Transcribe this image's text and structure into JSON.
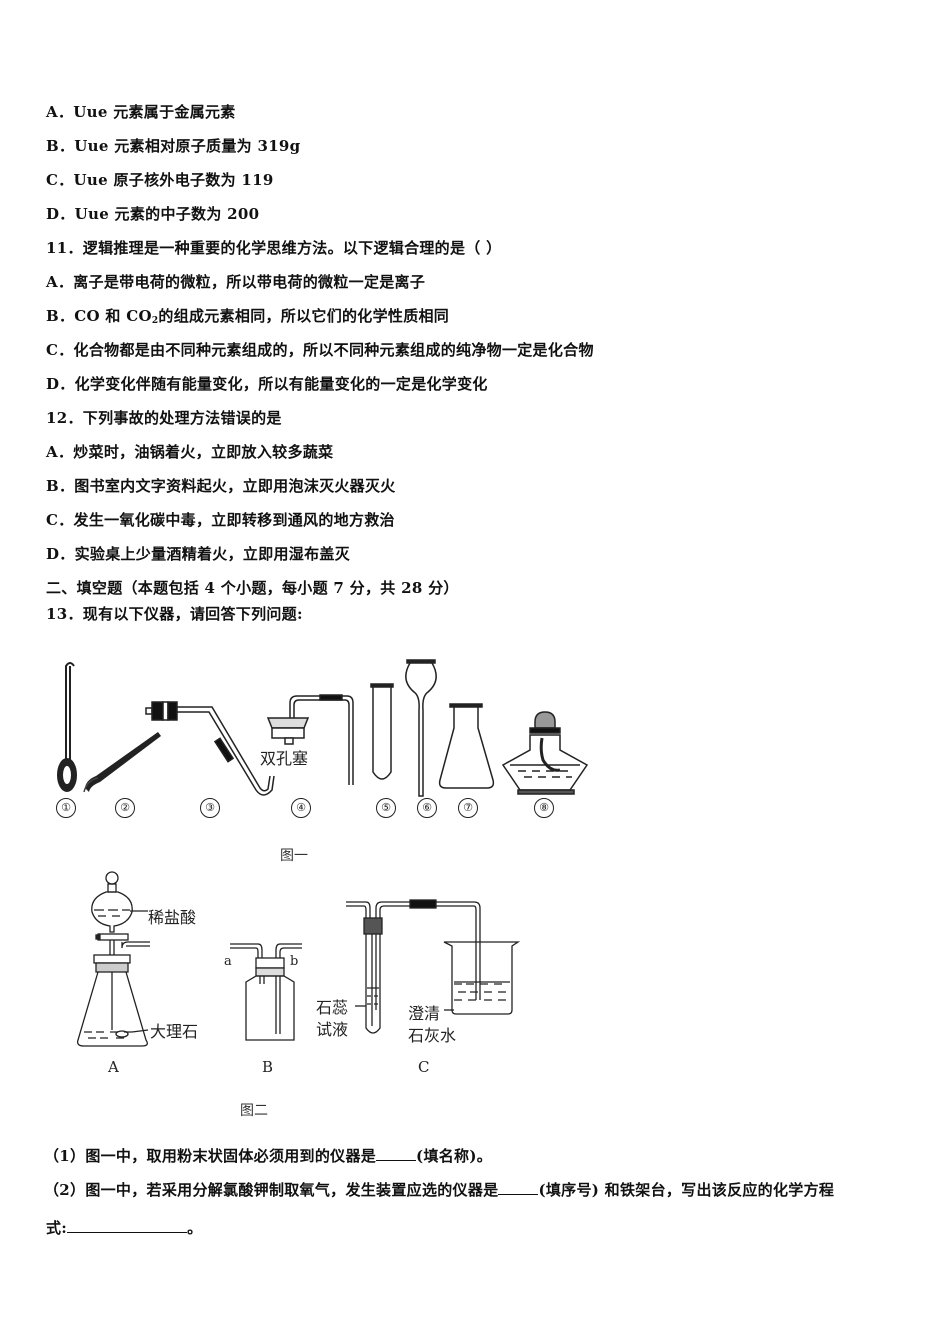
{
  "q10_options": [
    {
      "label": "A．",
      "text": "Uue 元素属于金属元素"
    },
    {
      "label": "B．",
      "text": "Uue 元素相对原子质量为 319g"
    },
    {
      "label": "C．",
      "text": "Uue 原子核外电子数为 119"
    },
    {
      "label": "D．",
      "text": "Uue 元素的中子数为 200"
    }
  ],
  "q11": {
    "stem": "11．逻辑推理是一种重要的化学思维方法。以下逻辑合理的是（  ）",
    "options": [
      {
        "label": "A．",
        "text": "离子是带电荷的微粒，所以带电荷的微粒一定是离子"
      },
      {
        "label": "B．",
        "text_pre": "CO 和 CO",
        "sub": "2",
        "text_post": "的组成元素相同，所以它们的化学性质相同"
      },
      {
        "label": "C．",
        "text": "化合物都是由不同种元素组成的，所以不同种元素组成的纯净物一定是化合物"
      },
      {
        "label": "D．",
        "text": "化学变化伴随有能量变化，所以有能量变化的一定是化学变化"
      }
    ]
  },
  "q12": {
    "stem": "12．下列事故的处理方法错误的是",
    "options": [
      {
        "label": "A．",
        "text": "炒菜时，油锅着火，立即放入较多蔬菜"
      },
      {
        "label": "B．",
        "text": "图书室内文字资料起火，立即用泡沫灭火器灭火"
      },
      {
        "label": "C．",
        "text": "发生一氧化碳中毒，立即转移到通风的地方救治"
      },
      {
        "label": "D．",
        "text": "实验桌上少量酒精着火，立即用湿布盖灭"
      }
    ]
  },
  "section2": {
    "heading": "二、填空题（本题包括 4 个小题，每小题 7 分，共 28 分）"
  },
  "q13": {
    "stem": "13．现有以下仪器，请回答下列问题:",
    "figure1": {
      "caption": "图一",
      "stopper_label": "双孔塞",
      "item_numbers": [
        "①",
        "②",
        "③",
        "④",
        "⑤",
        "⑥",
        "⑦",
        "⑧"
      ],
      "items": [
        "药匙",
        "镊子",
        "导管",
        "双孔塞导管",
        "试管",
        "长颈漏斗",
        "锥形瓶",
        "酒精灯"
      ]
    },
    "figure2": {
      "caption": "图二",
      "apparatus_labels": [
        "A",
        "B",
        "C"
      ],
      "labels": {
        "acid": "稀盐酸",
        "marble": "大理石",
        "port_a": "a",
        "port_b": "b",
        "litmus_line1": "石蕊",
        "litmus_line2": "试液",
        "limewater_line1": "澄清",
        "limewater_line2": "石灰水"
      }
    },
    "sub1": {
      "pre": "（1）图一中，取用粉末状固体必须用到的仪器是",
      "post": "(填名称)。"
    },
    "sub2": {
      "pre": "（2）图一中，若采用分解氯酸钾制取氧气，发生装置应选的仪器是",
      "mid": "(填序号) 和铁架台，写出该反应的化学方程",
      "line2_pre": "式:",
      "line2_post": "。"
    }
  }
}
